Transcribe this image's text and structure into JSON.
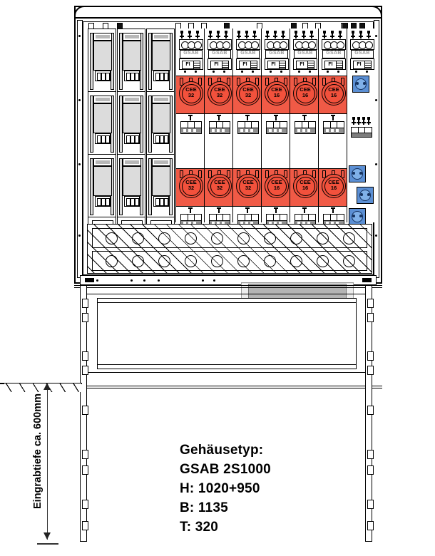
{
  "drawing": {
    "type": "technical-elevation",
    "subject": "Electrical distribution cabinet on pedestal (Verteilerschrank)"
  },
  "spec": {
    "line1": "Gehäusetyp:",
    "line2": "GSAB 2S1000",
    "line3": "H: 1020+950",
    "line4": "B: 1135",
    "line5": "T: 320"
  },
  "dimension": {
    "burial_depth_label": "Eingrabtiefe ca. 600mm"
  },
  "modules": {
    "brand_label": "GSAB",
    "rcd_label": "FI",
    "columns": [
      {
        "cee_top": {
          "line1": "CEE",
          "line2": "32"
        },
        "cee_bottom": {
          "line1": "CEE",
          "line2": "32"
        }
      },
      {
        "cee_top": {
          "line1": "CEE",
          "line2": "32"
        },
        "cee_bottom": {
          "line1": "CEE",
          "line2": "32"
        }
      },
      {
        "cee_top": {
          "line1": "CEE",
          "line2": "32"
        },
        "cee_bottom": {
          "line1": "CEE",
          "line2": "32"
        }
      },
      {
        "cee_top": {
          "line1": "CEE",
          "line2": "16"
        },
        "cee_bottom": {
          "line1": "CEE",
          "line2": "16"
        }
      },
      {
        "cee_top": {
          "line1": "CEE",
          "line2": "16"
        },
        "cee_bottom": {
          "line1": "CEE",
          "line2": "16"
        }
      },
      {
        "cee_top": {
          "line1": "CEE",
          "line2": "16"
        },
        "cee_bottom": {
          "line1": "CEE",
          "line2": "16"
        }
      }
    ]
  },
  "right_column": {
    "brand_label": "GSAB",
    "rcd_label": "FI",
    "socket_count": 4
  },
  "meter_block": {
    "columns": 3,
    "rows": 3
  },
  "cable_panel": {
    "rows": 2,
    "holes_per_row": 10
  },
  "colors": {
    "cee_red": "#f2513c",
    "cee_field_red": "#f05a46",
    "schuko_blue": "#5b8fd4",
    "schuko_inner": "#7fb0e8",
    "meter_gray": "#dcdcdc",
    "flap_gray": "#b4b4b4",
    "outline": "#000000"
  }
}
